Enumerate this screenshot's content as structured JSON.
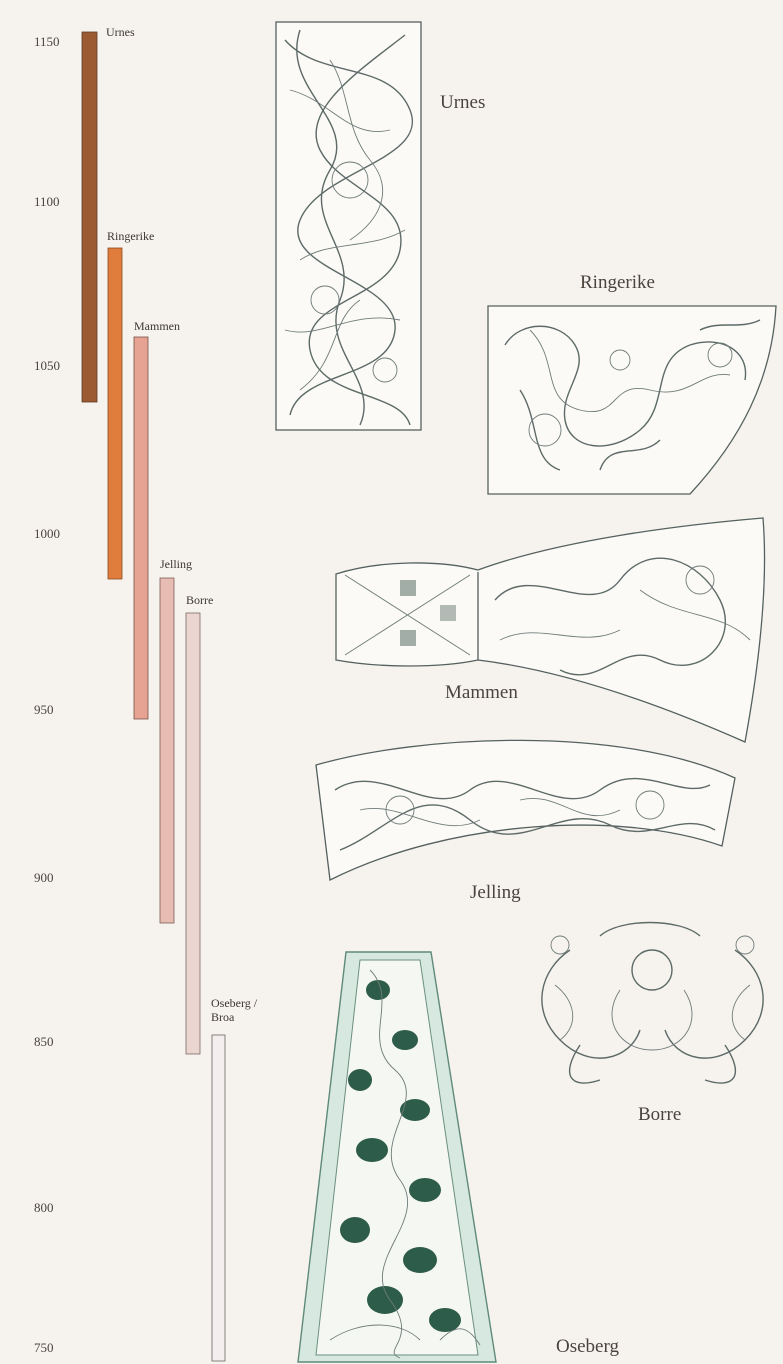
{
  "timeline": {
    "years": [
      "1150",
      "1100",
      "1050",
      "1000",
      "950",
      "900",
      "850",
      "800",
      "750"
    ],
    "styles": [
      {
        "name": "Urnes",
        "start": 1040,
        "end": 1150,
        "color": "#9b5a32"
      },
      {
        "name": "Ringerike",
        "start": 990,
        "end": 1085,
        "color": "#e07c3c"
      },
      {
        "name": "Mammen",
        "start": 950,
        "end": 1060,
        "color": "#e6a393"
      },
      {
        "name": "Jelling",
        "start": 880,
        "end": 980,
        "color": "#e7bcb2"
      },
      {
        "name": "Borre",
        "start": 840,
        "end": 970,
        "color": "#ead5d0"
      },
      {
        "name_line1": "Oseberg /",
        "name_line2": "Broa",
        "start": 740,
        "end": 855,
        "color": "#f4efee"
      }
    ]
  },
  "artworks": {
    "urnes": "Urnes",
    "ringerike": "Ringerike",
    "mammen": "Mammen",
    "jelling": "Jelling",
    "borre": "Borre",
    "oseberg": "Oseberg"
  }
}
